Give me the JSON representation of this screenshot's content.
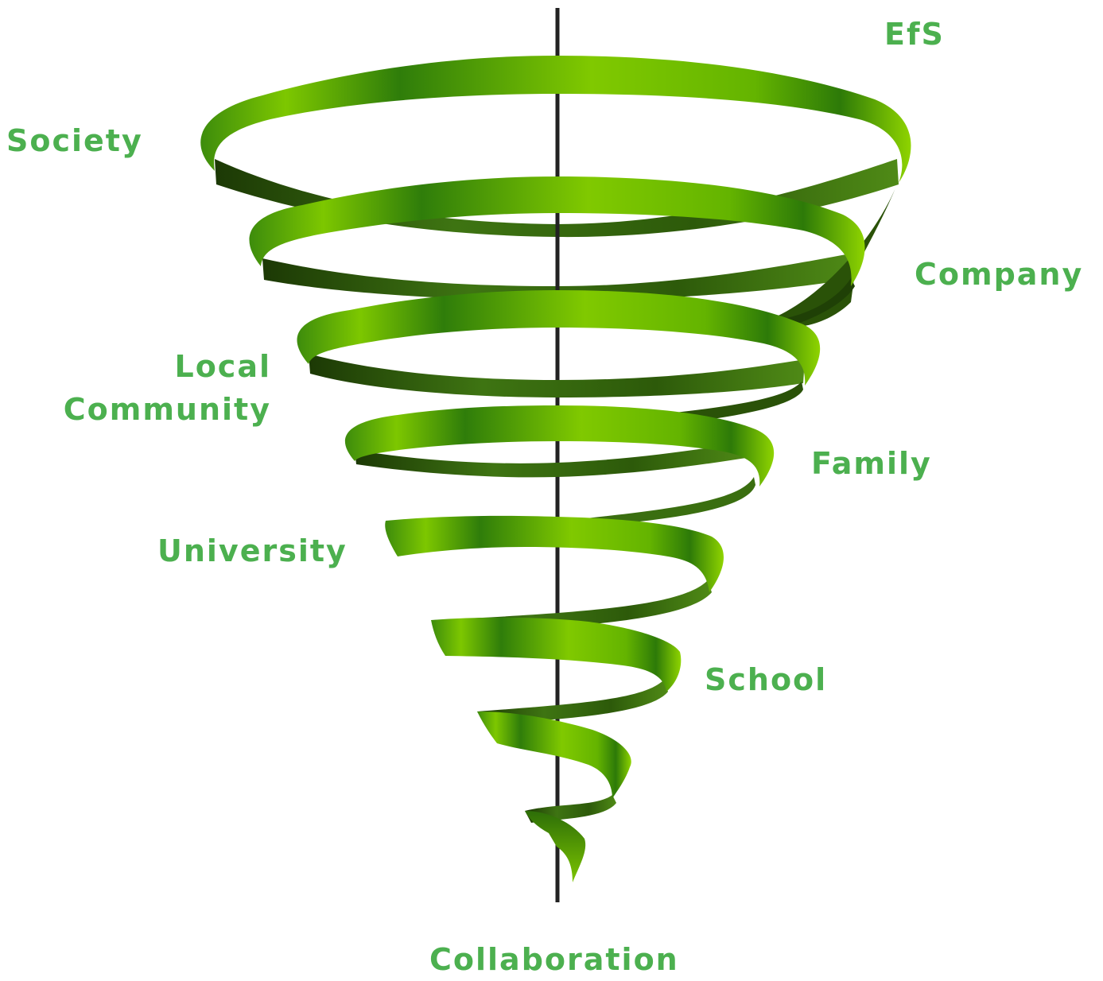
{
  "diagram": {
    "center_label": "Collaboration",
    "top_label": "EfS",
    "levels": [
      {
        "name": "Society",
        "side": "left"
      },
      {
        "name": "Company",
        "side": "right"
      },
      {
        "name": "Local",
        "name2": "Community",
        "side": "left"
      },
      {
        "name": "Family",
        "side": "right"
      },
      {
        "name": "University",
        "side": "left"
      },
      {
        "name": "School",
        "side": "right"
      }
    ]
  },
  "colors": {
    "label_green": "#4cb04f",
    "axis": "#222222",
    "ribbon_light": "#7dc700",
    "ribbon_mid": "#3f8f0f",
    "ribbon_dark": "#1f3f07"
  }
}
